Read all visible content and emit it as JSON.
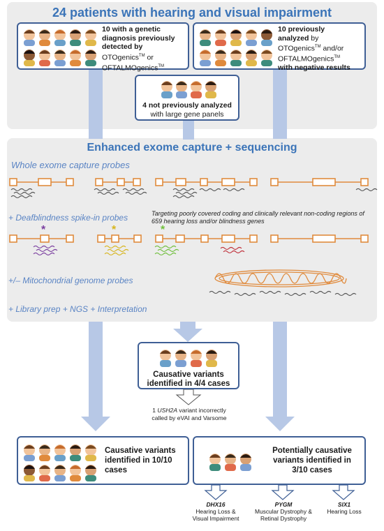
{
  "header": {
    "title": "24 patients with hearing and visual impairment"
  },
  "box_genetic": {
    "line1": "10 with a genetic",
    "line2": "diagnosis previously",
    "line3": "detected by",
    "line4": "OTOgenics",
    "line5": "or",
    "line6": "OFTALMOgenics",
    "tm": "TM"
  },
  "box_negative": {
    "line1": "10 previously",
    "line2": "analyzed",
    "line2b": "by",
    "line3": "OTOgenics",
    "line3b": "and/or",
    "line4": "OFTALMOgenics",
    "line5": "with negative results",
    "tm": "TM"
  },
  "box_not_analyzed": {
    "line1": "4 not previously analyzed",
    "line2": "with large gene panels"
  },
  "section2": {
    "title": "Enhanced exome capture + sequencing",
    "step1": "Whole exome capture probes",
    "step2": "+ Deafblindness spike-in probes",
    "step2_note": "Targeting poorly covered coding and clinically relevant non-coding regions of 659 hearing loss and/or blindness genes",
    "step3": "+/– Mitochondrial genome probes",
    "step4": "+ Library prep + NGS + Interpretation",
    "star": "*"
  },
  "box_4of4": {
    "line1": "Causative variants",
    "line2": "identified in 4/4 cases"
  },
  "note_ush2a": {
    "pre": "1 ",
    "gene": "USH2A",
    "post": " variant incorrectly",
    "line2": "called by eVAI and Varsome"
  },
  "box_10of10": {
    "line1": "Causative variants",
    "line2": "identified in 10/10",
    "line3": "cases"
  },
  "box_3of10": {
    "line1": "Potentially causative",
    "line2": "variants identified in",
    "line3": "3/10 cases"
  },
  "results": [
    {
      "gene": "DHX16",
      "desc1": "Hearing Loss &",
      "desc2": "Visual Impairment"
    },
    {
      "gene": "PYGM",
      "desc1": "Muscular Dystrophy &",
      "desc2": "Retinal Dystrophy"
    },
    {
      "gene": "SIX1",
      "desc1": "Hearing Loss",
      "desc2": ""
    }
  ],
  "colors": {
    "accent": "#3b74b8",
    "border": "#3f5f95",
    "arrow": "#b7c8e6",
    "exon": "#e08a3c",
    "panel": "#ececec",
    "star_purple": "#7b3fa0",
    "star_yellow": "#d7b51c",
    "star_green": "#6fbf3b"
  }
}
